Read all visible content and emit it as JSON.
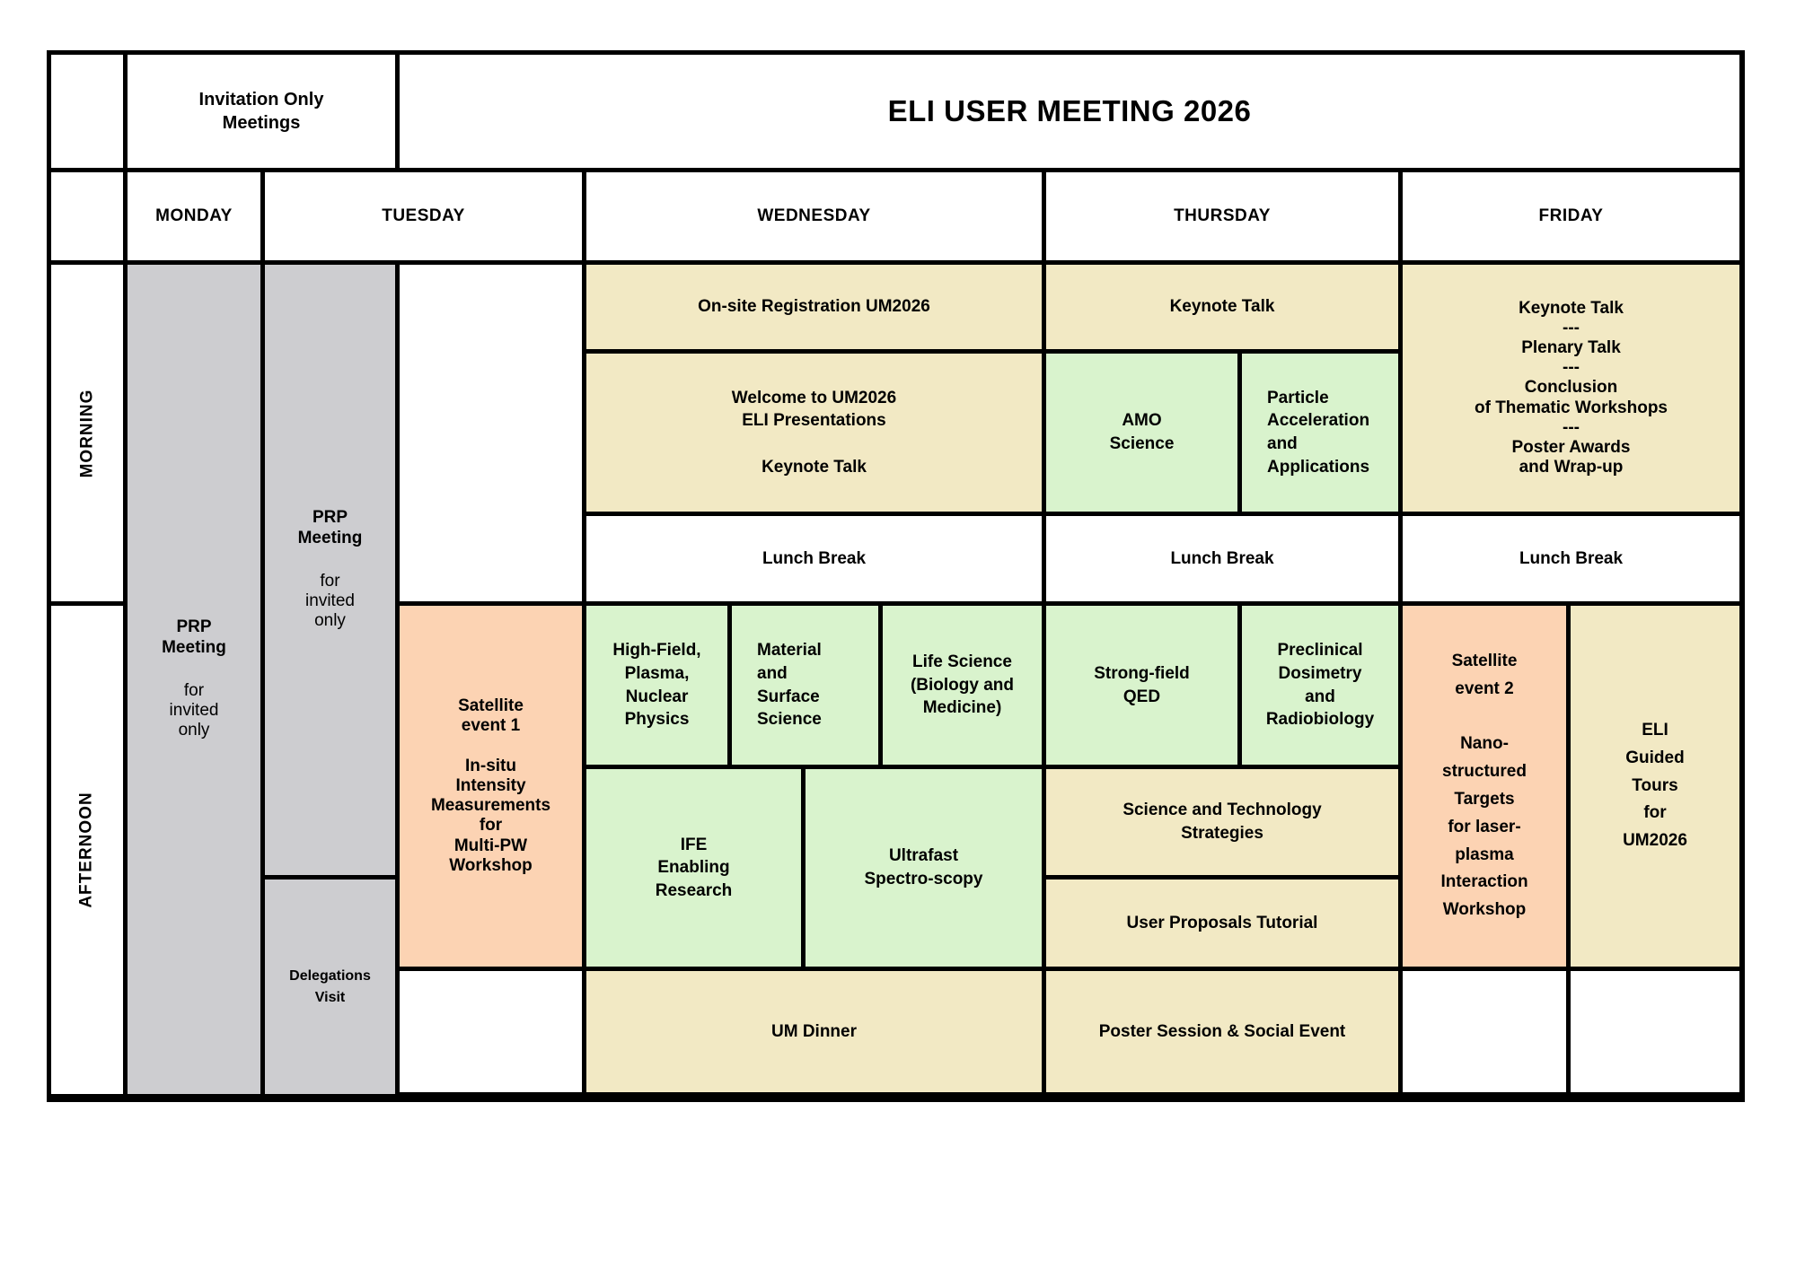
{
  "header": {
    "invitation": "Invitation Only\nMeetings",
    "title": "ELI USER MEETING 2026"
  },
  "days": {
    "monday": "MONDAY",
    "tuesday": "TUESDAY",
    "wednesday": "WEDNESDAY",
    "thursday": "THURSDAY",
    "friday": "FRIDAY"
  },
  "row_labels": {
    "morning": "MORNING",
    "afternoon": "AFTERNOON"
  },
  "colors": {
    "tan": "#f2e9c4",
    "green": "#d9f3cd",
    "orange": "#fcd3b3",
    "gray": "#cdcdd0",
    "white": "#ffffff",
    "border": "#000000"
  },
  "cells": {
    "monday_prp": {
      "title": "PRP\nMeeting",
      "note": "for\ninvited\nonly"
    },
    "tuesday_prp": {
      "title": "PRP\nMeeting",
      "note": "for\ninvited\nonly"
    },
    "delegations": "Delegations\nVisit",
    "satellite1": "Satellite\nevent 1\n\nIn-situ\nIntensity\nMeasurements\nfor\nMulti-PW\nWorkshop",
    "wed_registration": "On-site Registration UM2026",
    "wed_welcome": "Welcome to UM2026\nELI Presentations\n\nKeynote Talk",
    "wed_lunch": "Lunch Break",
    "wed_highfield": "High-Field,\nPlasma,\nNuclear\nPhysics",
    "wed_material": "Material\nand\nSurface\nScience",
    "wed_lifescience": "Life Science\n(Biology and\nMedicine)",
    "wed_ife": "IFE\nEnabling\nResearch",
    "wed_ultrafast": "Ultrafast\nSpectro-scopy",
    "wed_dinner": "UM Dinner",
    "thu_keynote": "Keynote Talk",
    "thu_amo": "AMO\nScience",
    "thu_particle": "Particle\nAcceleration\nand\nApplications",
    "thu_lunch": "Lunch Break",
    "thu_strongfield": "Strong-field\nQED",
    "thu_preclinical": "Preclinical\nDosimetry\nand\nRadiobiology",
    "thu_strategies": "Science and Technology\nStrategies",
    "thu_proposals": "User Proposals Tutorial",
    "thu_poster": "Poster Session & Social Event",
    "fri_keynote": "Keynote Talk\n---\nPlenary Talk\n---\nConclusion\nof Thematic Workshops\n---\nPoster Awards\nand Wrap-up",
    "fri_lunch": "Lunch Break",
    "satellite2": "Satellite\nevent 2\n\nNano-\nstructured\nTargets\nfor laser-\nplasma\nInteraction\nWorkshop",
    "fri_tours": "ELI\nGuided\nTours\nfor\nUM2026"
  }
}
